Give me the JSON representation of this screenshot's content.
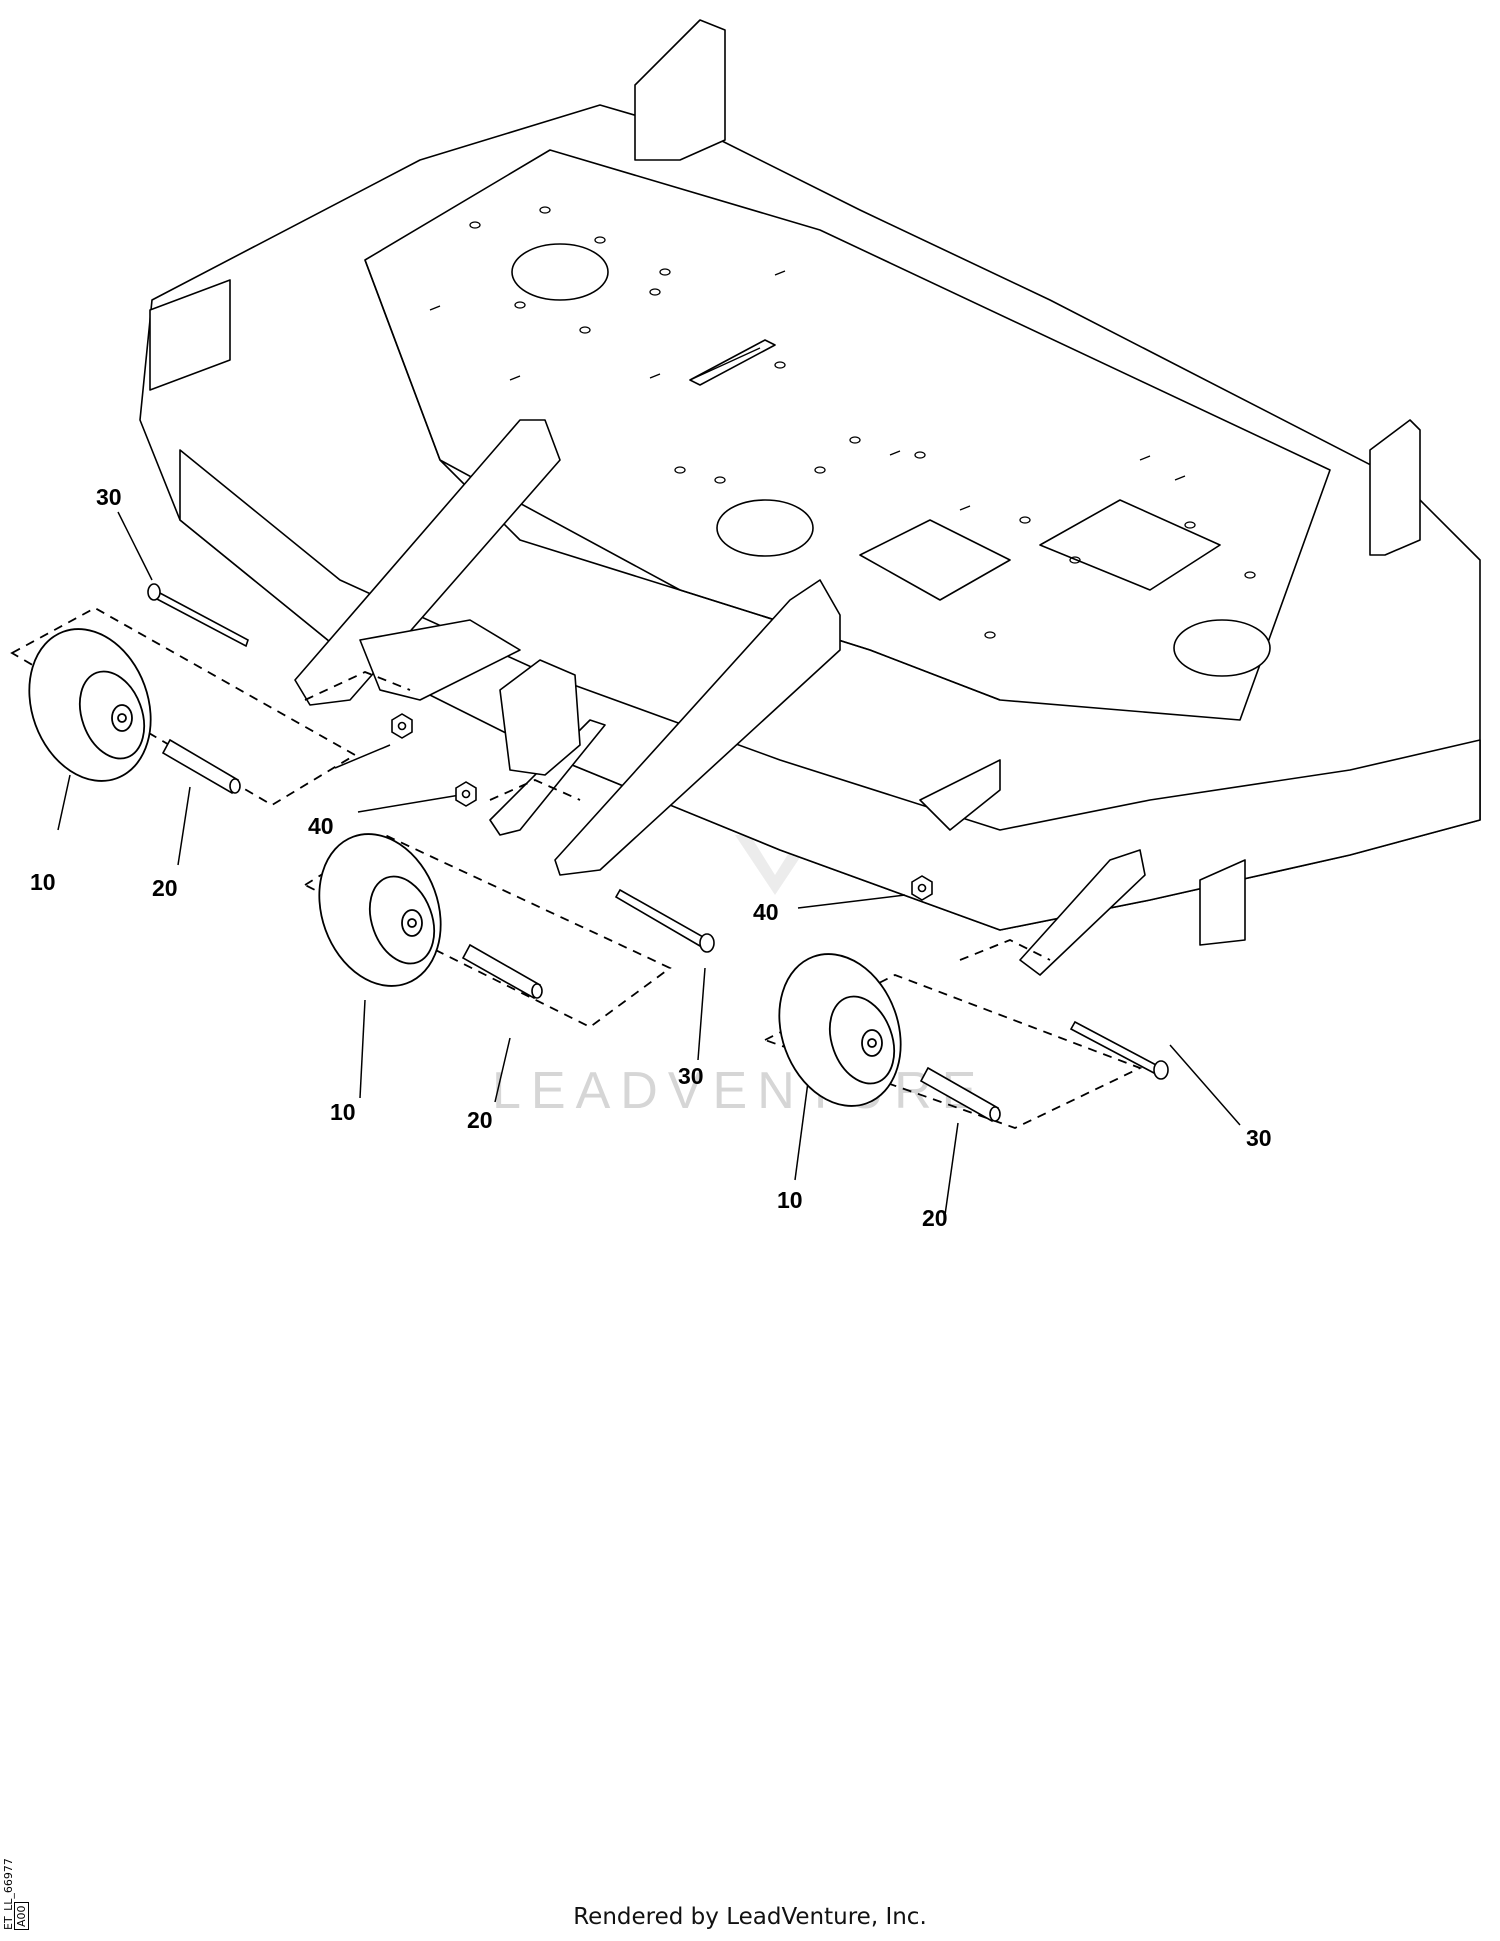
{
  "diagram": {
    "type": "exploded parts diagram",
    "callouts": {
      "wheel": "10",
      "bushing": "20",
      "bolt": "30",
      "nut": "40"
    },
    "watermark": "LEADVENTURE"
  },
  "footer": {
    "rendered_by": "Rendered by LeadVenture, Inc."
  },
  "side_label": {
    "drawing_id": "ET_LL_66977",
    "revision": "A00"
  },
  "colors": {
    "line": "#000000",
    "background": "#ffffff",
    "watermark": "#d6d6d6"
  }
}
